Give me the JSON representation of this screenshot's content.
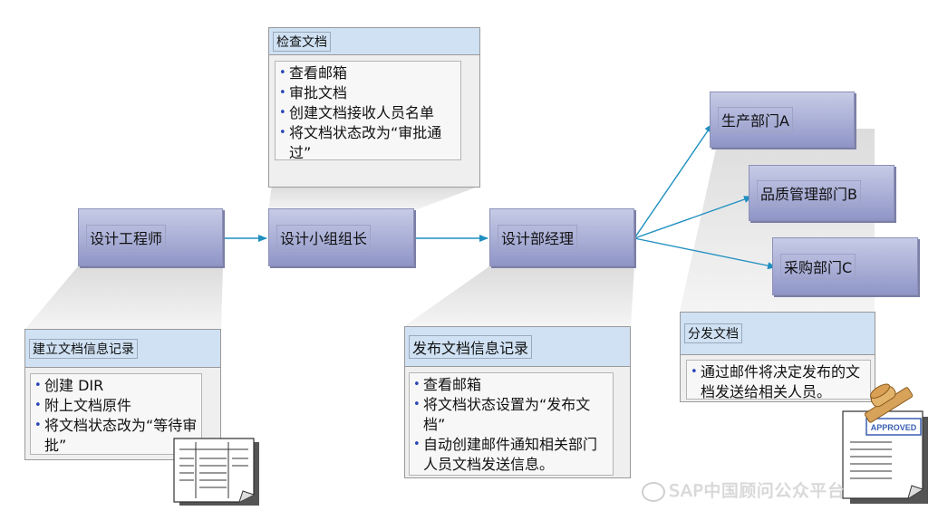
{
  "roles": {
    "engineer": "设计工程师",
    "team_lead": "设计小组组长",
    "manager": "设计部经理",
    "dept_a": "生产部门A",
    "dept_b": "品质管理部门B",
    "dept_c": "采购部门C"
  },
  "panels": {
    "check": {
      "title": "检查文档",
      "items": [
        "查看邮箱",
        "审批文档",
        "创建文档接收人员名单",
        "将文档状态改为“审批通过”"
      ]
    },
    "create": {
      "title": "建立文档信息记录",
      "items": [
        "创建 DIR",
        "附上文档原件",
        "将文档状态改为“等待审批”"
      ]
    },
    "publish": {
      "title": "发布文档信息记录",
      "items": [
        "查看邮箱",
        "将文档状态设置为“发布文档”",
        "自动创建邮件通知相关部门人员文档发送信息。"
      ]
    },
    "distribute": {
      "title": "分发文档",
      "items": [
        "通过邮件将决定发布的文档发送给相关人员。"
      ]
    }
  },
  "stamp_text": "APPROVED",
  "watermark": "SAP中国顾问公众平台",
  "colors": {
    "arrow": "#1f8fc0",
    "role_fill": "#a9aed6",
    "panel_head": "#cfe1f3"
  }
}
